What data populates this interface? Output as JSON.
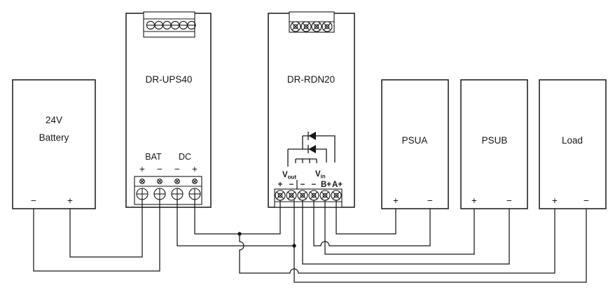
{
  "colors": {
    "line": "#161616",
    "background": "#ffffff"
  },
  "battery": {
    "title_line1": "24V",
    "title_line2": "Battery",
    "neg": "−",
    "pos": "+"
  },
  "ups": {
    "title": "DR-UPS40",
    "bat_label": "BAT",
    "dc_label": "DC",
    "signs": {
      "bat_pos": "+",
      "bat_neg": "−",
      "dc_neg": "−",
      "dc_pos": "+"
    }
  },
  "rdn": {
    "title": "DR-RDN20",
    "vout_v": "V",
    "vout_sub": "out",
    "vin_v": "V",
    "vin_sub": "in",
    "signs": {
      "t1": "+",
      "t2": "−",
      "t3": "−",
      "t4": "−",
      "t5": "B+",
      "t6": "A+"
    }
  },
  "psua": {
    "title": "PSUA",
    "pos": "+",
    "neg": "−"
  },
  "psub": {
    "title": "PSUB",
    "pos": "+",
    "neg": "−"
  },
  "load": {
    "title": "Load",
    "pos": "+",
    "neg": "−"
  }
}
